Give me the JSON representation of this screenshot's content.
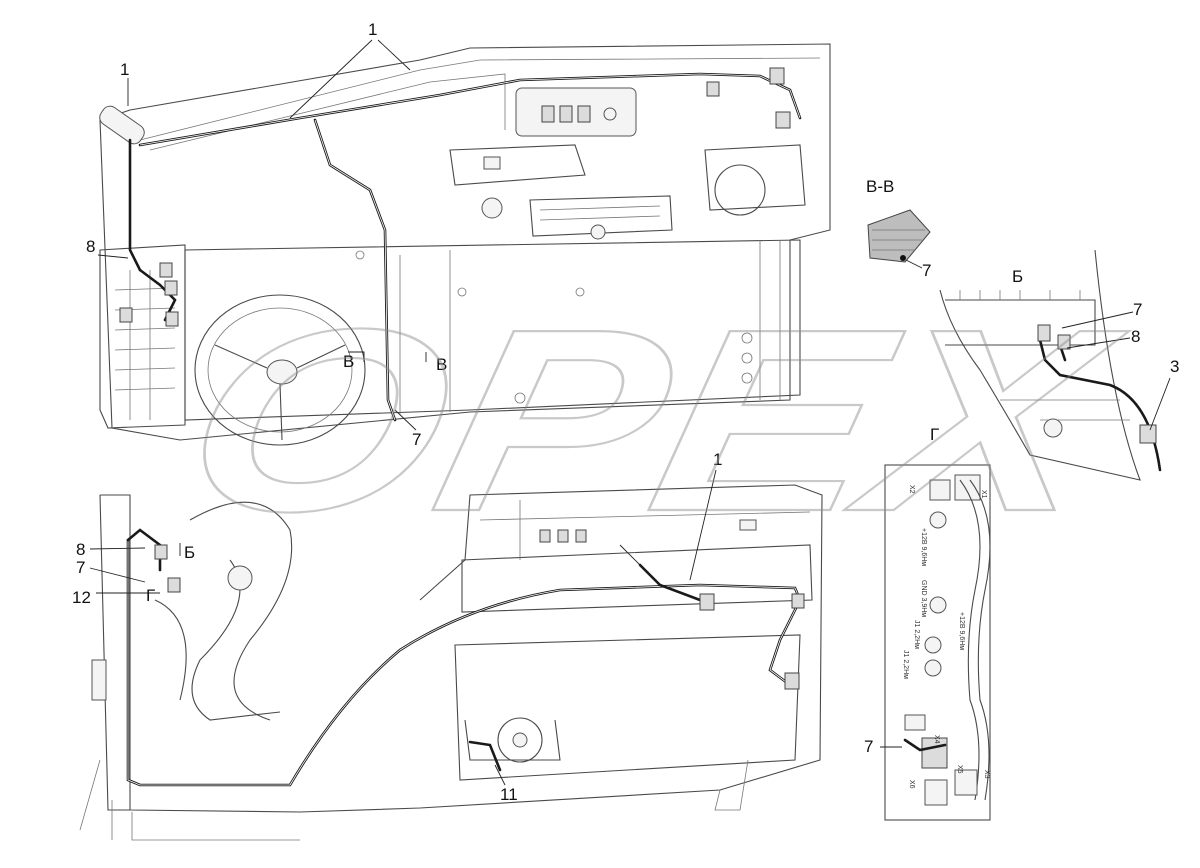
{
  "callouts": {
    "top_1a": "1",
    "top_1b": "1",
    "top_8": "8",
    "top_7": "7",
    "bottom_1": "1",
    "bottom_8": "8",
    "bottom_7": "7",
    "bottom_12": "12",
    "bottom_11": "11",
    "vv_7": "7",
    "b_7": "7",
    "b_8": "8",
    "b_3": "3",
    "g_7": "7"
  },
  "section_marks": {
    "v_left": "В",
    "v_right": "В",
    "b_mark": "Б",
    "g_mark": "Г"
  },
  "view_titles": {
    "vv": "В-В",
    "b": "Б",
    "g": "Г"
  },
  "detail_g_labels": {
    "x1": "X1",
    "x2": "X2",
    "x3": "X3",
    "x4": "X4",
    "x5": "X5",
    "x6": "X6",
    "l1": "+12В 9,6Нм",
    "l2": "GND 3,9Нм",
    "l3": "+12В 9,6Нм",
    "l4": "J1 2,2Нм",
    "l5": "J1 2,2Нм"
  },
  "watermark": "OPEX"
}
